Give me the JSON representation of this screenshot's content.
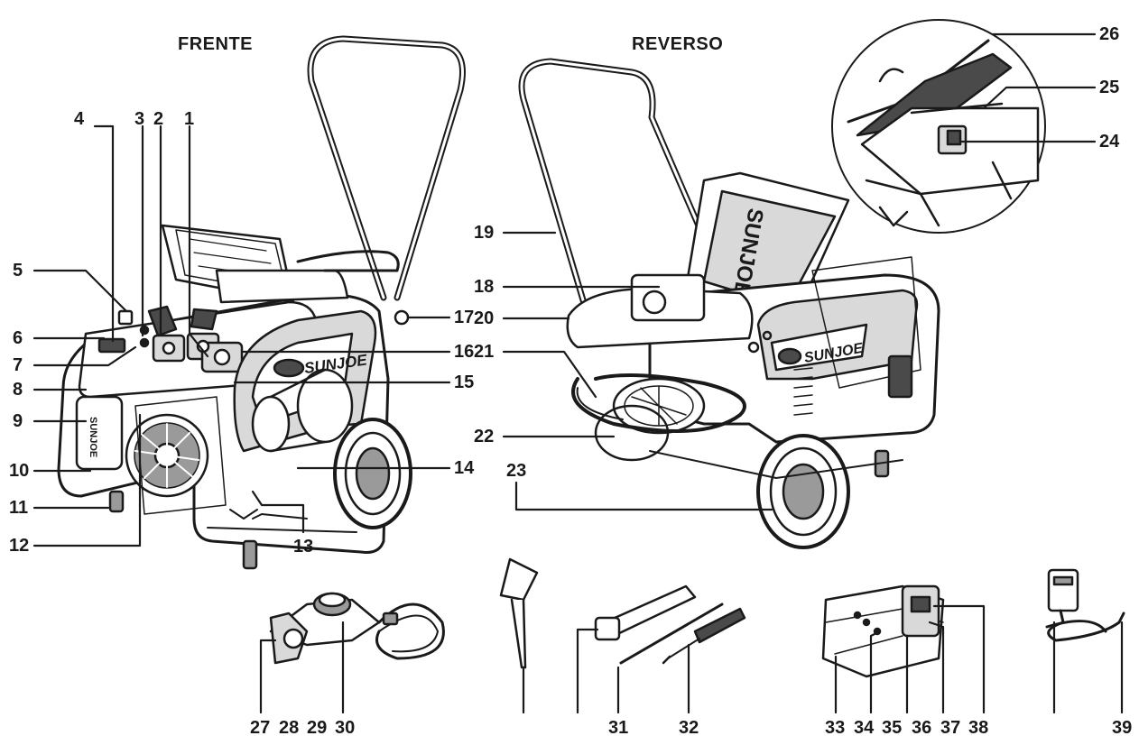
{
  "headers": {
    "front": "FRENTE",
    "back": "REVERSO"
  },
  "brand": {
    "front_logo": "SUNJOE",
    "back_logo": "SUNJOE",
    "fuel_tank_text": "SUNJOE"
  },
  "callouts": [
    "1",
    "2",
    "3",
    "4",
    "5",
    "6",
    "7",
    "8",
    "9",
    "10",
    "11",
    "12",
    "13",
    "14",
    "15",
    "16",
    "17",
    "18",
    "19",
    "20",
    "21",
    "22",
    "23",
    "24",
    "25",
    "26",
    "27",
    "28",
    "29",
    "30",
    "31",
    "32",
    "33",
    "34",
    "35",
    "36",
    "37",
    "38",
    "39"
  ],
  "colors": {
    "line": "#1a1a1a",
    "fill_light": "#d9d9d9",
    "fill_mid": "#9a9a9a",
    "fill_dark": "#4a4a4a",
    "background": "#ffffff"
  }
}
